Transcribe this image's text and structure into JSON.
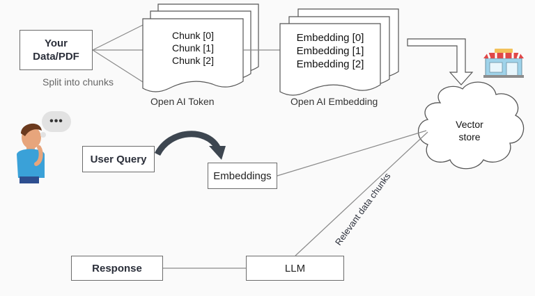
{
  "source": {
    "label": "Your\nData/PDF",
    "caption": "Split into chunks"
  },
  "chunks": {
    "items": [
      "Chunk [0]",
      "Chunk [1]",
      "Chunk [2]"
    ],
    "caption": "Open AI Token"
  },
  "embeddings_stack": {
    "items": [
      "Embedding [0]",
      "Embedding [1]",
      "Embedding [2]"
    ],
    "caption": "Open AI Embedding"
  },
  "vector_store": {
    "label": "Vector\nstore"
  },
  "query": {
    "user_query": "User Query",
    "embeddings": "Embeddings"
  },
  "retrieval": {
    "relevant_label": "Relevant data chunks"
  },
  "output": {
    "llm": "LLM",
    "response": "Response"
  },
  "thought_bubble": "•••",
  "icons": [
    "person-thinking-icon",
    "thought-bubble-icon",
    "store-icon"
  ],
  "colors": {
    "line": "#8a8a8a",
    "box_border": "#6b6b6b",
    "arrow_dark": "#3d4650",
    "skin": "#e7a57c",
    "shirt": "#3aa1d8"
  }
}
